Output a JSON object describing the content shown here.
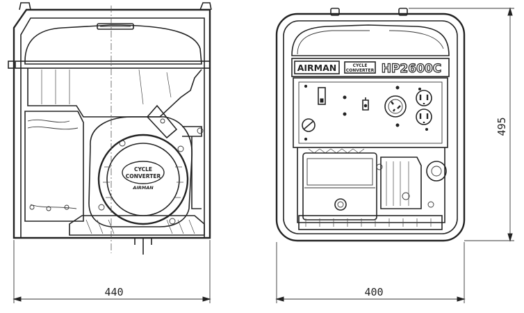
{
  "diagram": {
    "dimensions": {
      "width_side": "440",
      "width_front": "400",
      "height": "495"
    },
    "side_view": {
      "badge_line1": "CYCLE",
      "badge_line2": "CONVERTER",
      "badge_brand": "AIRMAN"
    },
    "front_view": {
      "brand": "AIRMAN",
      "subbrand_line1": "CYCLE",
      "subbrand_line2": "CONVERTER",
      "model": "HP2600C"
    }
  }
}
